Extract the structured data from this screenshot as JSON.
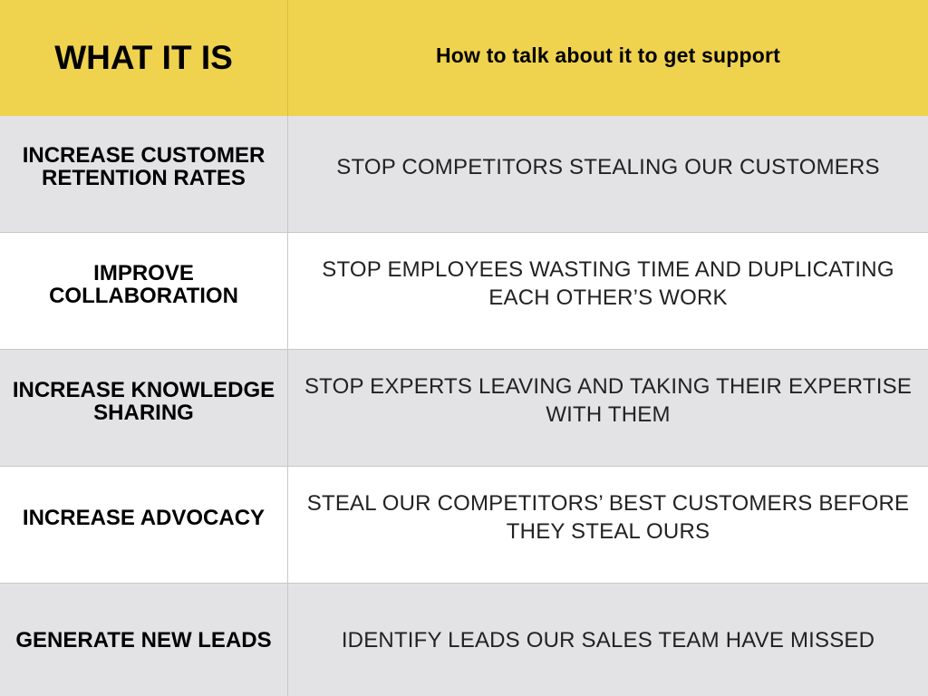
{
  "header": {
    "left": "WHAT IT IS",
    "right": "How to talk about it to get support"
  },
  "rows": [
    {
      "what": "INCREASE CUSTOMER RETENTION RATES",
      "how": "STOP COMPETITORS STEALING OUR CUSTOMERS"
    },
    {
      "what": "IMPROVE COLLABORATION",
      "how": "STOP EMPLOYEES WASTING TIME AND DUPLICATING EACH OTHER’S WORK"
    },
    {
      "what": "INCREASE KNOWLEDGE SHARING",
      "how": "STOP EXPERTS LEAVING AND TAKING THEIR EXPERTISE WITH THEM"
    },
    {
      "what": "INCREASE ADVOCACY",
      "how": "STEAL OUR COMPETITORS’ BEST CUSTOMERS BEFORE THEY STEAL OURS"
    },
    {
      "what": "GENERATE NEW LEADS",
      "how": "IDENTIFY LEADS OUR SALES TEAM HAVE MISSED"
    }
  ],
  "colors": {
    "header_bg": "#efd24e",
    "shaded_row_bg": "#e3e3e6",
    "plain_row_bg": "#ffffff"
  }
}
